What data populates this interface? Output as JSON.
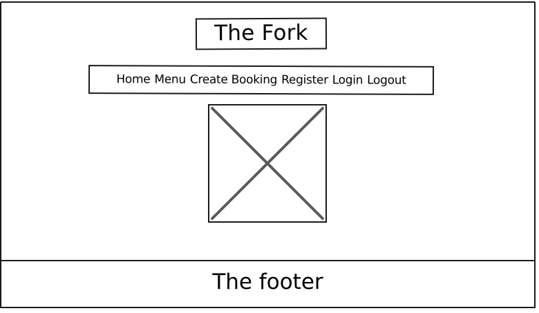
{
  "header": {
    "title": "The Fork"
  },
  "nav": {
    "items": [
      {
        "label": "Home"
      },
      {
        "label": "Menu"
      },
      {
        "label": "Create Booking"
      },
      {
        "label": "Register"
      },
      {
        "label": "Login"
      },
      {
        "label": "Logout"
      }
    ]
  },
  "main": {
    "image": {
      "icon": "image-placeholder-icon"
    }
  },
  "footer": {
    "text": "The footer"
  },
  "colors": {
    "stroke": "#1a1a1a",
    "placeholder_cross": "#5a5a5a",
    "background": "#ffffff"
  }
}
